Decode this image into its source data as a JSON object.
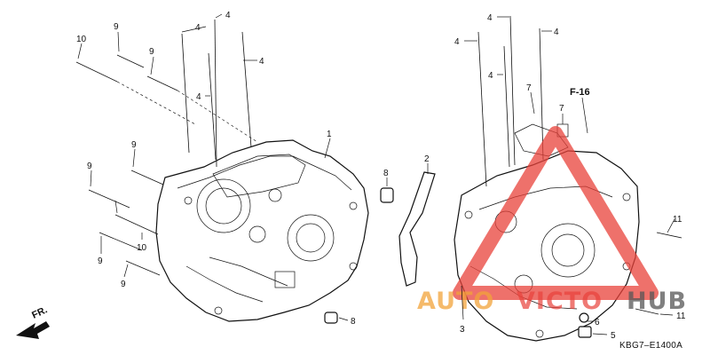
{
  "diagram": {
    "drawing_code": "KBG7–E1400A",
    "direction_label": "FR.",
    "reference_label": "F-16",
    "watermark": {
      "text_left": "AUTO",
      "text_mid": "VICTO",
      "text_right": "HUB",
      "colors": {
        "red": "#e8423a",
        "orange": "#f2a33a",
        "dark": "#555555"
      }
    },
    "part_labels": {
      "p1": "1",
      "p2": "2",
      "p3": "3",
      "p4a": "4",
      "p4b": "4",
      "p4c": "4",
      "p4d": "4",
      "p4e": "4",
      "p4f": "4",
      "p4g": "4",
      "p4h": "4",
      "p5": "5",
      "p6": "6",
      "p7a": "7",
      "p7b": "7",
      "p8a": "8",
      "p8b": "8",
      "p9a": "9",
      "p9b": "9",
      "p9c": "9",
      "p9d": "9",
      "p9e": "9",
      "p9f": "9",
      "p10a": "10",
      "p10b": "10",
      "p11a": "11",
      "p11b": "11"
    }
  }
}
